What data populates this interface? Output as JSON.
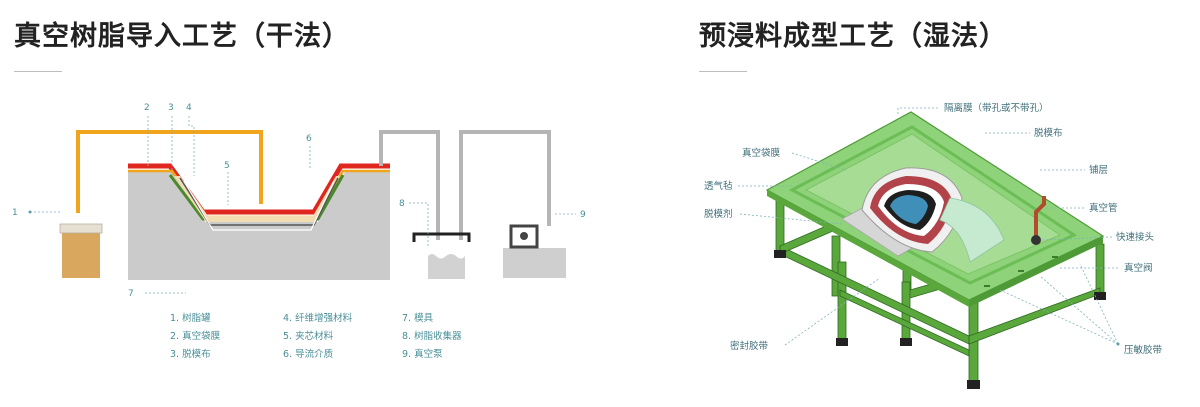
{
  "left": {
    "title": "真空树脂导入工艺（干法）",
    "numbers": [
      "1",
      "2",
      "3",
      "4",
      "5",
      "6",
      "7",
      "8",
      "9"
    ],
    "legend": [
      "1. 树脂罐",
      "2. 真空袋膜",
      "3. 脱模布",
      "4. 纤维增强材料",
      "5. 夹芯材料",
      "6. 导流介质",
      "7. 模具",
      "8. 树脂收集器",
      "9. 真空泵"
    ]
  },
  "right": {
    "title": "预浸料成型工艺（湿法）",
    "labels": {
      "release_film": "隔离膜（带孔或不带孔）",
      "peel_ply": "脱模布",
      "vacuum_bag": "真空袋膜",
      "layup": "铺层",
      "breather": "透气毡",
      "vacuum_tube": "真空管",
      "release_agent": "脱模剂",
      "quick_connector": "快速接头",
      "vacuum_valve": "真空阀",
      "sealant_tape": "密封胶带",
      "pressure_tape": "压敏胶带"
    }
  },
  "colors": {
    "orange": "#f0a51c",
    "red": "#e0271f",
    "green": "#8bbf3a",
    "tan": "#f1ddb1",
    "mold_gray": "#c9c9c9",
    "table_green": "#8ed27a",
    "frame_green": "#5aa83c",
    "label_teal": "#4a8f98"
  }
}
